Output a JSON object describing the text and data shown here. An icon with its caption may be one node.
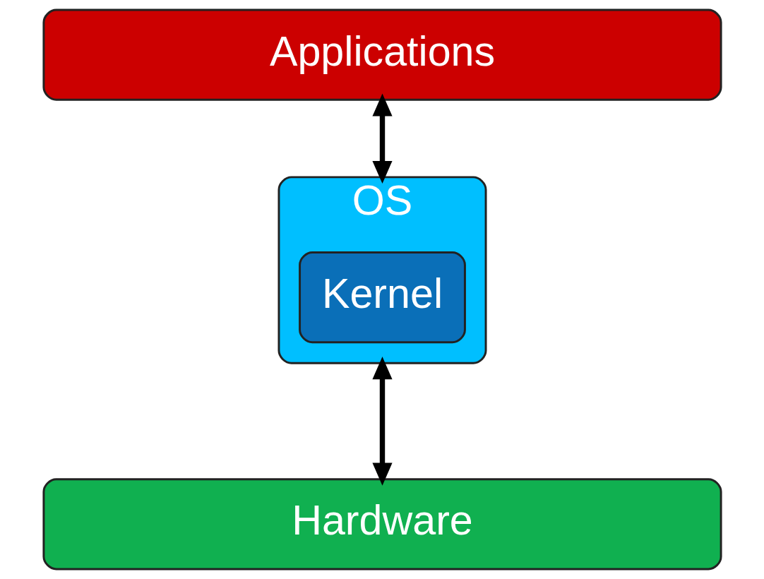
{
  "diagram": {
    "nodes": [
      {
        "text": [
          "Applications"
        ]
      },
      {
        "text": [
          "OS"
        ]
      },
      {
        "text": [
          "Kernel"
        ],
        "in": 1
      },
      {
        "text": [
          "Hardware"
        ]
      }
    ],
    "edges": [
      {
        "from": 0,
        "to": 1,
        "arrow": "both"
      },
      {
        "from": 1,
        "to": 3,
        "arrow": "both"
      }
    ]
  }
}
